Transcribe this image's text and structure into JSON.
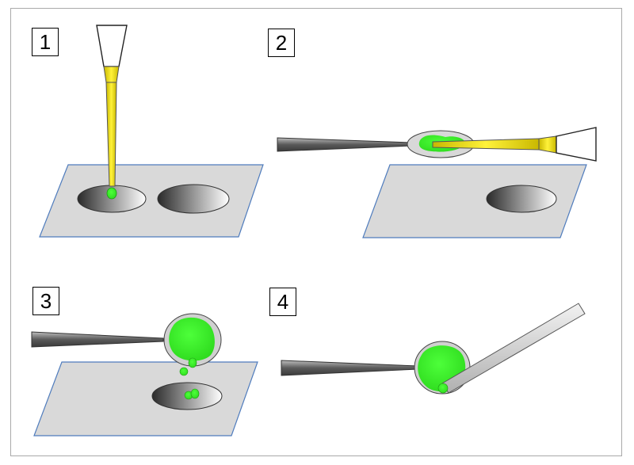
{
  "panels": [
    {
      "label": "1"
    },
    {
      "label": "2"
    },
    {
      "label": "3"
    },
    {
      "label": "4"
    }
  ],
  "colors": {
    "slide_fill": "#d9d9d9",
    "slide_edge": "#4f7cbd",
    "tip_yellow": "#f2e31b",
    "droplet_green": "#33ee22",
    "loop_gray": "#7f7f7f",
    "frame_border": "#a9a9a9"
  }
}
